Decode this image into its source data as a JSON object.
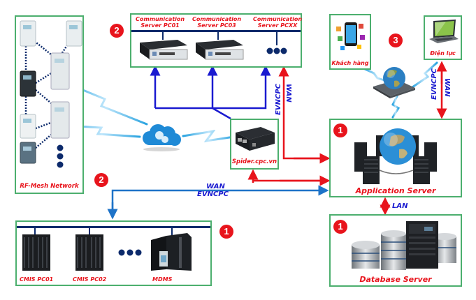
{
  "diagram": {
    "title": "AMR system architecture",
    "badges": {
      "comm_servers": "2",
      "rf_mesh": "2",
      "clients": "3",
      "app_server": "1",
      "db_server": "1",
      "backend_servers": "1"
    },
    "rf_mesh": {
      "label": "RF-Mesh Network"
    },
    "comm_servers": {
      "items": [
        {
          "line1": "Communication",
          "line2": "Server PC01"
        },
        {
          "line1": "Communication",
          "line2": "Server PC03"
        },
        {
          "line1": "Communication",
          "line2": "Server PCXX"
        }
      ]
    },
    "spider": {
      "label": "Spider.cpc.vn"
    },
    "clients": {
      "customer": "Khách hàng",
      "power_company": "Điện lực"
    },
    "app_server": {
      "label": "Application Server"
    },
    "db_server": {
      "label": "Database Server"
    },
    "backend": {
      "items": [
        "CMIS PC01",
        "CMIS PC02",
        "MDMS"
      ]
    },
    "links": {
      "wan_top": {
        "line1": "WAN",
        "line2": "EVNCPC"
      },
      "wan_right": {
        "line1": "WAN",
        "line2": "EVNCPC"
      },
      "wan_bottom": {
        "line1": "WAN",
        "line2": "EVNCPC"
      },
      "lan": "LAN"
    },
    "colors": {
      "box_border": "#4caf6e",
      "label_red": "#e8141c",
      "link_blue": "#1a1ad0",
      "link_red": "#e8141c",
      "wireless": "#29a3e0",
      "bus": "#0c2a6b"
    }
  }
}
